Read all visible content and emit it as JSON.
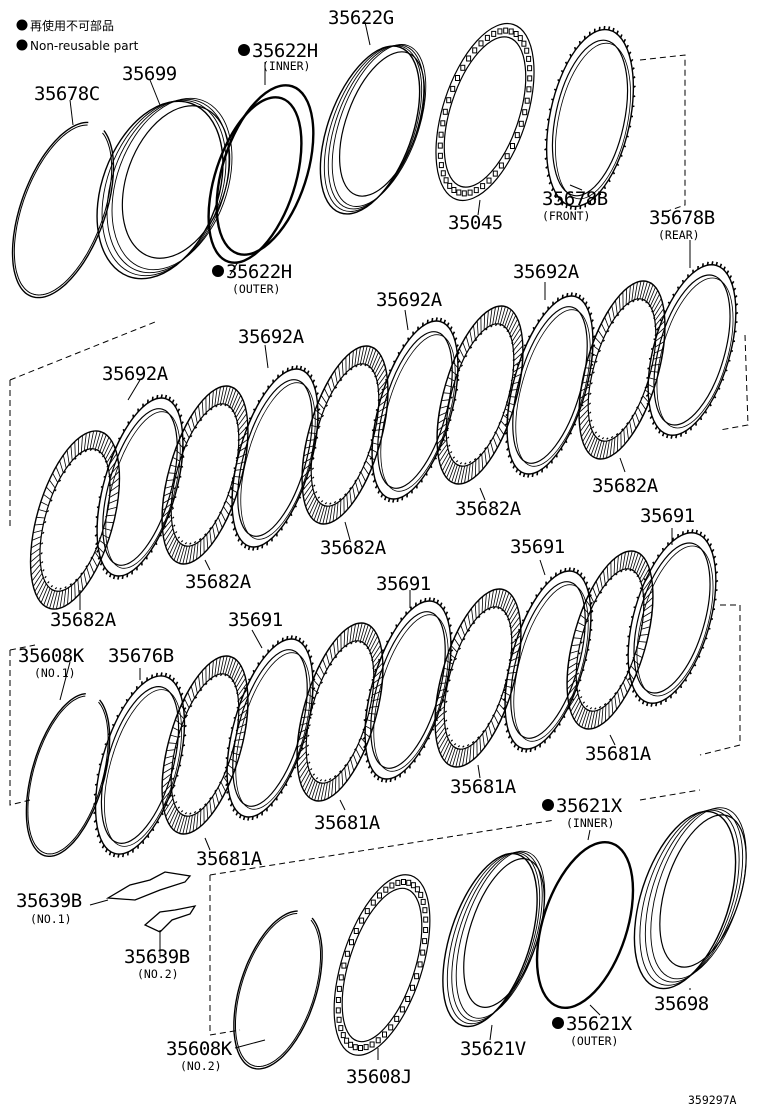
{
  "legend": {
    "symbol": "●",
    "line1": "再使用不可部品",
    "line2": "Non-reusable part"
  },
  "figure_number": "359297A",
  "parts": {
    "p35678C": "35678C",
    "p35699": "35699",
    "p35622H_inner": "35622H",
    "p35622H_inner_note": "(INNER)",
    "p35622G": "35622G",
    "p35622H_outer": "35622H",
    "p35622H_outer_note": "(OUTER)",
    "p35045": "35045",
    "p35678B_front": "35678B",
    "p35678B_front_note": "(FRONT)",
    "p35678B_rear": "35678B",
    "p35678B_rear_note": "(REAR)",
    "p35692A_1": "35692A",
    "p35692A_2": "35692A",
    "p35692A_3": "35692A",
    "p35692A_4": "35692A",
    "p35682A_1": "35682A",
    "p35682A_2": "35682A",
    "p35682A_3": "35682A",
    "p35682A_4": "35682A",
    "p35682A_5": "35682A",
    "p35691_1": "35691",
    "p35691_2": "35691",
    "p35691_3": "35691",
    "p35691_4": "35691",
    "p35608K_1": "35608K",
    "p35608K_1_note": "(NO.1)",
    "p35676B": "35676B",
    "p35681A_1": "35681A",
    "p35681A_2": "35681A",
    "p35681A_3": "35681A",
    "p35681A_4": "35681A",
    "p35621X_inner": "35621X",
    "p35621X_inner_note": "(INNER)",
    "p35639B_1": "35639B",
    "p35639B_1_note": "(NO.1)",
    "p35639B_2": "35639B",
    "p35639B_2_note": "(NO.2)",
    "p35698": "35698",
    "p35621X_outer": "35621X",
    "p35621X_outer_note": "(OUTER)",
    "p35608K_2": "35608K",
    "p35608K_2_note": "(NO.2)",
    "p35608J": "35608J",
    "p35621V": "35621V"
  }
}
